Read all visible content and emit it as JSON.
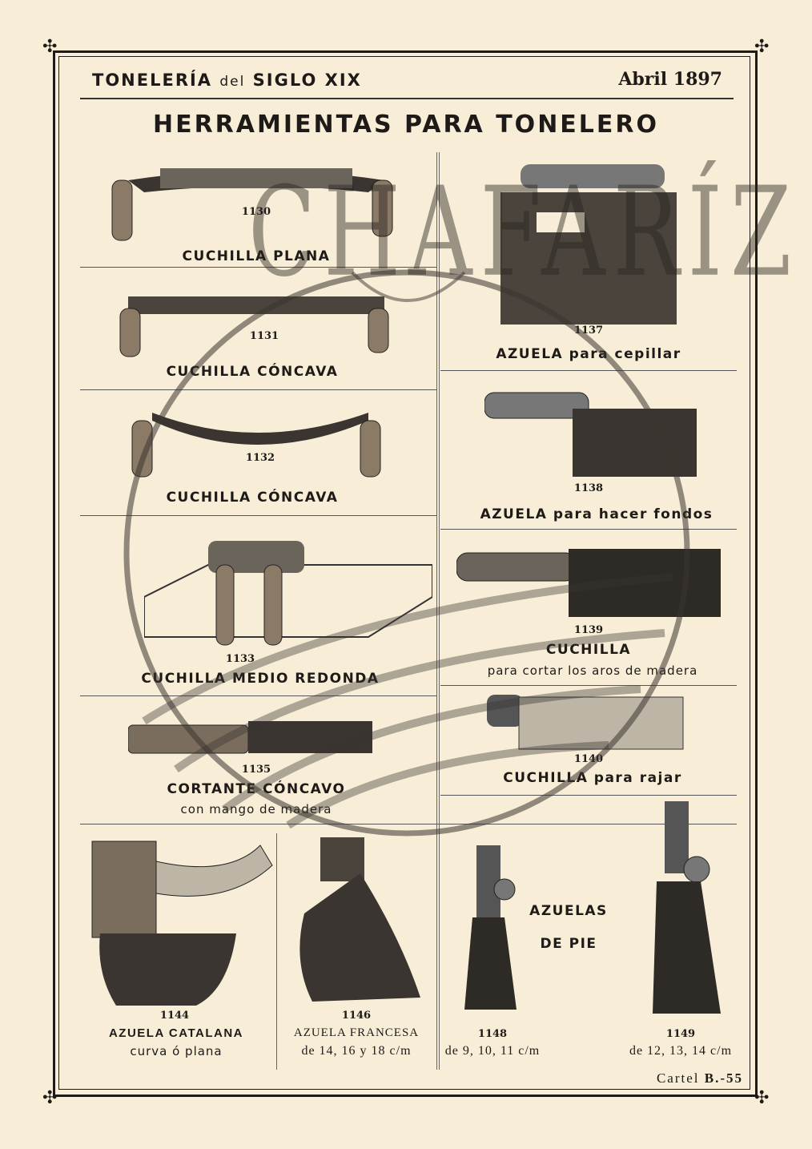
{
  "header": {
    "left_title": "TONELERÍA",
    "left_connector": "del",
    "left_title2": "SIGLO XIX",
    "date": "Abril 1897"
  },
  "title": "HERRAMIENTAS PARA TONELERO",
  "watermark": "CHAFARÍZ",
  "items": [
    {
      "num": "1130",
      "label": "CUCHILLA PLANA"
    },
    {
      "num": "1131",
      "label": "CUCHILLA CÓNCAVA"
    },
    {
      "num": "1132",
      "label": "CUCHILLA CÓNCAVA"
    },
    {
      "num": "1133",
      "label": "CUCHILLA MEDIO REDONDA"
    },
    {
      "num": "1135",
      "label": "CORTANTE CÓNCAVO",
      "sub": "con mango de madera"
    },
    {
      "num": "1137",
      "label": "AZUELA para cepillar"
    },
    {
      "num": "1138",
      "label": "AZUELA para hacer fondos"
    },
    {
      "num": "1139",
      "label": "CUCHILLA",
      "sub": "para cortar los aros de madera"
    },
    {
      "num": "1140",
      "label": "CUCHILLA para rajar"
    },
    {
      "num": "1144",
      "label": "AZUELA CATALANA",
      "sub": "curva ó plana"
    },
    {
      "num": "1146",
      "label": "AZUELA FRANCESA",
      "sub": "de 14, 16 y 18 c/m"
    },
    {
      "num": "1148",
      "sub": "de 9, 10, 11 c/m"
    },
    {
      "num": "1149",
      "sub": "de 12, 13, 14 c/m"
    }
  ],
  "azuelas_pie": {
    "line1": "AZUELAS",
    "line2": "DE PIE"
  },
  "footer": {
    "cartel": "Cartel",
    "code": "B.-55"
  }
}
